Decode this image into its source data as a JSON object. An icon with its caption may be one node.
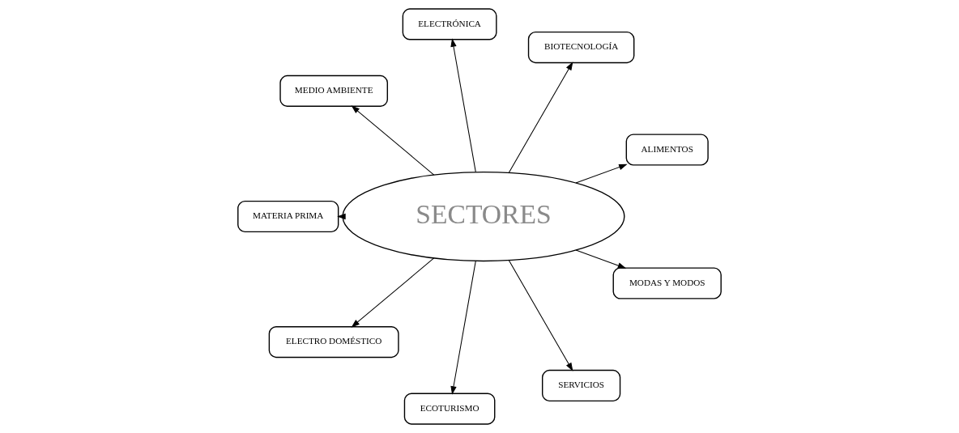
{
  "diagram": {
    "nodes": [
      {
        "text": [
          "ALIMENTOS"
        ]
      },
      {
        "text": [
          "BIOTECNOLOGÍA"
        ]
      },
      {
        "text": [
          "ELECTRÓNICA"
        ]
      },
      {
        "text": [
          "MEDIO AMBIENTE"
        ]
      },
      {
        "text": [
          "SECTORES"
        ]
      },
      {
        "text": [
          "MATERIA PRIMA"
        ]
      },
      {
        "text": [
          "ELECTRO DOMÉSTICO"
        ]
      },
      {
        "text": [
          "ECOTURISMO"
        ]
      },
      {
        "text": [
          "SERVICIOS"
        ]
      },
      {
        "text": [
          "MODAS Y MODOS"
        ]
      }
    ],
    "edges": [
      {
        "from": 4,
        "to": 0,
        "arrow": "to"
      },
      {
        "from": 4,
        "to": 1,
        "arrow": "to"
      },
      {
        "from": 4,
        "to": 3,
        "arrow": "to"
      },
      {
        "from": 4,
        "to": 6,
        "arrow": "to"
      },
      {
        "from": 4,
        "to": 9,
        "arrow": "to"
      },
      {
        "from": 4,
        "to": 8,
        "arrow": "to"
      },
      {
        "from": 4,
        "to": 7,
        "arrow": "to"
      },
      {
        "from": 4,
        "to": 5,
        "arrow": "to"
      },
      {
        "from": 4,
        "to": 2,
        "arrow": "to"
      }
    ]
  }
}
